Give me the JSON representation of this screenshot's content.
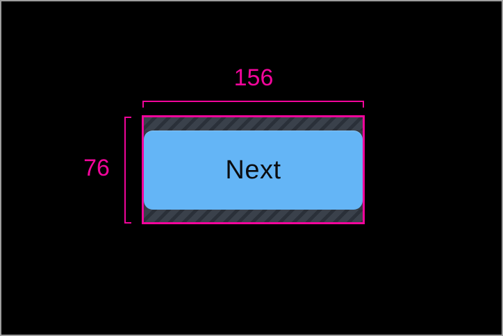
{
  "inspector": {
    "canvas_bg": "#000000",
    "frame_border_color": "#9e9e9e",
    "accent_pink": "#f2059b",
    "measurements": {
      "width_label": "156",
      "height_label": "76"
    },
    "selected_view": {
      "button_label": "Next",
      "button_fill": "#64b5f6",
      "button_text_color": "#0b0d10",
      "padding_hatch_base": "#3a414b",
      "padding_hatch_stripe": "#2a3039"
    }
  }
}
